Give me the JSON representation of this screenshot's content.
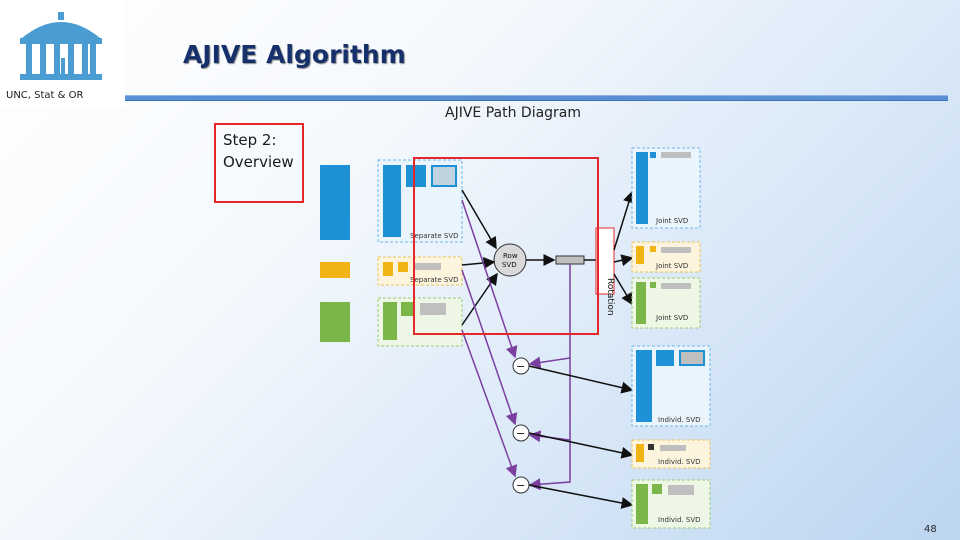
{
  "header": {
    "org": "UNC, Stat & OR",
    "title": "AJIVE Algorithm"
  },
  "callout": {
    "line1": "Step 2:",
    "line2": "Overview"
  },
  "diagram": {
    "title": "AJIVE Path Diagram",
    "vertical_label": "Rotation",
    "row_svd_line1": "Row",
    "row_svd_line2": "SVD",
    "separate_svd": "Separate SVD",
    "joint_svd": "Joint SVD",
    "individ_svd": "Individ. SVD",
    "minus": "−"
  },
  "colors": {
    "blue": "#1e90d6",
    "yellow": "#f0b414",
    "green": "#7ab648",
    "red": "#e5262b",
    "purple": "#7b3fa0",
    "accent": "#15306b"
  },
  "footer": {
    "page": "48"
  }
}
